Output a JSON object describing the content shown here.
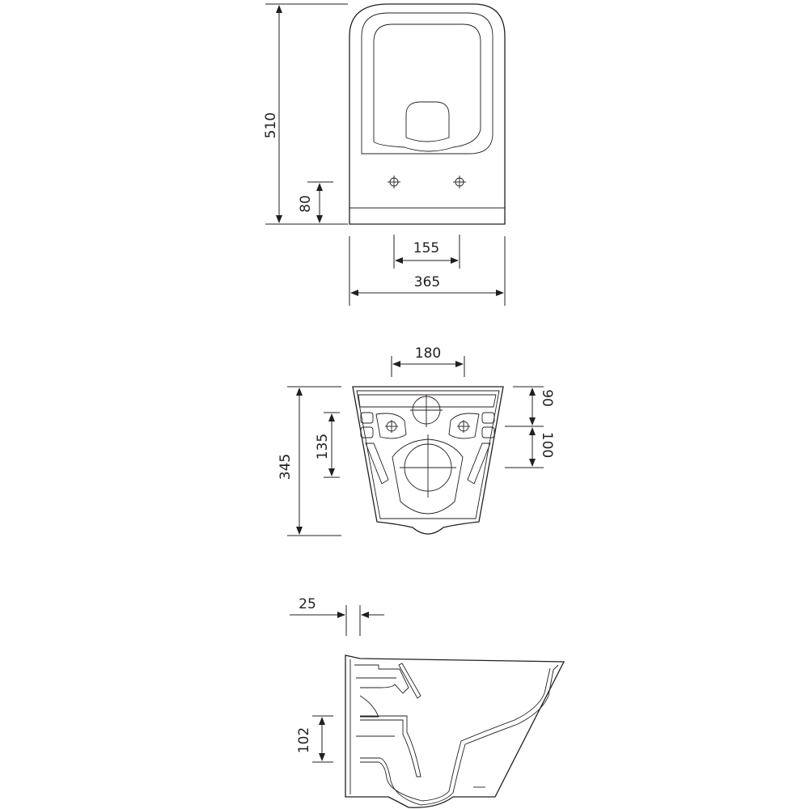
{
  "title": "Wall-hung toilet technical drawing",
  "views": {
    "top": {
      "dims": {
        "depth": "510",
        "fixing_height": "80",
        "fixing_spacing": "155",
        "width": "365"
      }
    },
    "rear": {
      "dims": {
        "inlet_spacing": "180",
        "height": "345",
        "fixing_offset": "135",
        "top_to_fixing": "90",
        "fixing_to_outlet": "100"
      }
    },
    "side": {
      "dims": {
        "wall_gap": "25",
        "outlet_height": "102"
      }
    }
  },
  "colors": {
    "line": "#231f20",
    "background": "#ffffff"
  }
}
